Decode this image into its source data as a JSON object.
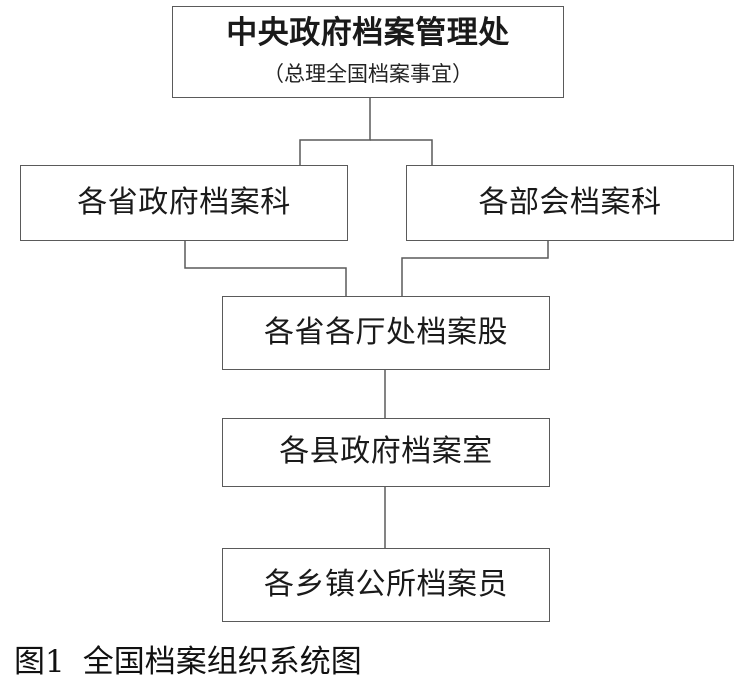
{
  "org_chart": {
    "nodes": {
      "central": {
        "label": "中央政府档案管理处",
        "sub": "（总理全国档案事宜）"
      },
      "provincial_gov": {
        "label": "各省政府档案科"
      },
      "ministry": {
        "label": "各部会档案科"
      },
      "provincial_dept": {
        "label": "各省各厅处档案股"
      },
      "county": {
        "label": "各县政府档案室"
      },
      "township": {
        "label": "各乡镇公所档案员"
      }
    },
    "edges": [
      [
        "central",
        "provincial_gov"
      ],
      [
        "central",
        "ministry"
      ],
      [
        "provincial_gov",
        "provincial_dept"
      ],
      [
        "ministry",
        "provincial_dept"
      ],
      [
        "provincial_dept",
        "county"
      ],
      [
        "county",
        "township"
      ]
    ]
  },
  "caption": {
    "number": "图1",
    "text": "全国档案组织系统图"
  },
  "colors": {
    "border": "#5a5a5a",
    "line": "#5a5a5a",
    "text": "#1a1a1a"
  }
}
